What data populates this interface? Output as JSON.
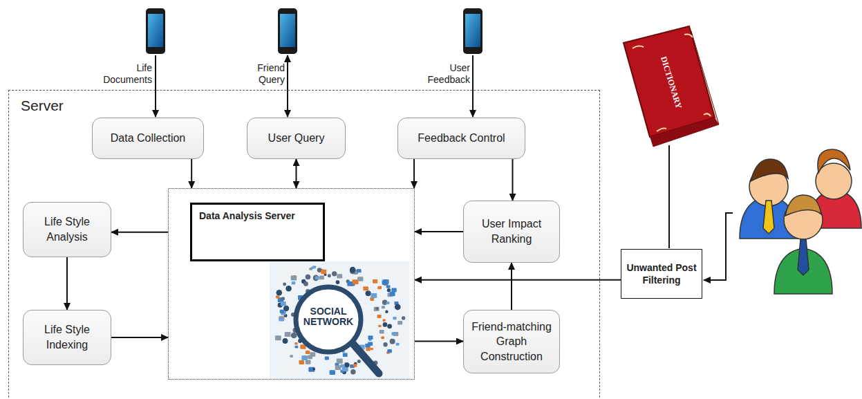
{
  "diagram": {
    "nodes": [
      {
        "text": [
          "Server"
        ]
      },
      {
        "text": [
          "Data Collection"
        ],
        "in": 0
      },
      {
        "text": [
          "User Query"
        ],
        "in": 0
      },
      {
        "text": [
          "Feedback Control"
        ],
        "in": 0
      },
      {
        "text": [
          "Life Style Analysis"
        ],
        "in": 0
      },
      {
        "text": [
          "Data Analysis Server"
        ],
        "in": 0
      },
      {
        "text": [
          "User Impact Ranking"
        ],
        "in": 0
      },
      {
        "text": [
          "Life Style Indexing"
        ],
        "in": 0
      },
      {
        "text": [
          "Friend-matching Graph Construction"
        ],
        "in": 0
      },
      {
        "text": [
          "Unwanted Post Filtering"
        ]
      }
    ],
    "edges": [
      {
        "from": 1,
        "to": 5,
        "arrow": "to"
      },
      {
        "from": 2,
        "to": 5,
        "arrow": "both"
      },
      {
        "from": 3,
        "to": 5,
        "arrow": "to"
      },
      {
        "from": 3,
        "to": 6,
        "arrow": "to"
      },
      {
        "from": 5,
        "to": 4,
        "arrow": "to"
      },
      {
        "from": 4,
        "to": 7,
        "arrow": "to"
      },
      {
        "from": 7,
        "to": 5,
        "arrow": "to"
      },
      {
        "from": 6,
        "to": 5,
        "arrow": "to"
      },
      {
        "from": 5,
        "to": 8,
        "arrow": "to"
      },
      {
        "from": 8,
        "to": 6,
        "arrow": "to"
      },
      {
        "from": 9,
        "to": 5,
        "arrow": "to"
      }
    ],
    "labels": [
      "Life Documents",
      "Friend Query",
      "User Feedback",
      "SOCIAL NETWORK",
      "DICTIONARY"
    ]
  }
}
